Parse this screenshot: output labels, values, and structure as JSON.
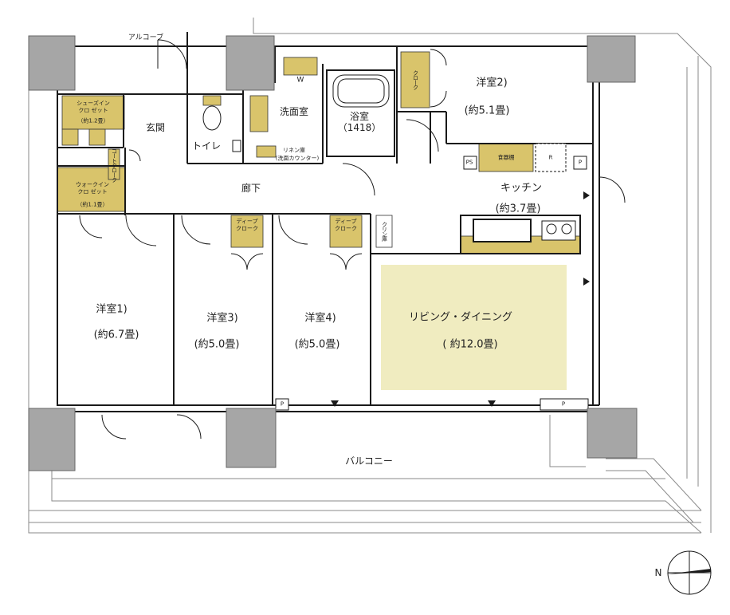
{
  "rooms": {
    "alcove": "アルコーブ",
    "shoes_closet": "シューズイン\nクロ ゼット",
    "shoes_closet_size": "（約1.2畳）",
    "entrance": "玄関",
    "toilet": "トイレ",
    "washroom": "洗面室",
    "bath": "浴室",
    "bath_size": "（1418）",
    "linen": "リネン庫",
    "linen_note": "(洗面カウンター)",
    "coat_closet": "コートクローク",
    "walkin_closet": "ウォークイン\nクロ ゼット",
    "walkin_closet_size": "（約1.1畳）",
    "corridor": "廊下",
    "western2": "洋室2)",
    "western2_size": "(約5.1畳)",
    "cloak": "クローク",
    "kitchen": "キッチン",
    "kitchen_size": "(約3.7畳)",
    "cupboard": "食器棚",
    "ps": "PS",
    "fridge": "R",
    "pipe": "P",
    "deep_cloak": "ディープ\nクローク",
    "clean_storage": "クリン庫",
    "western1": "洋室1)",
    "western1_size": "(約6.7畳)",
    "western3": "洋室3)",
    "western3_size": "(約5.0畳)",
    "western4": "洋室4)",
    "western4_size": "(約5.0畳)",
    "living": "リビング・ダイニング",
    "living_size": "(  約12.0畳)",
    "balcony": "バルコニー",
    "washer": "W"
  },
  "compass": {
    "north_label": "N"
  },
  "colors": {
    "wall": "#1a1a1a",
    "column": "#a6a6a6",
    "storage": "#d9c46b",
    "living": "#f0ecc0",
    "floor": "#ffffff",
    "balcony_line": "#8a8a8a"
  }
}
